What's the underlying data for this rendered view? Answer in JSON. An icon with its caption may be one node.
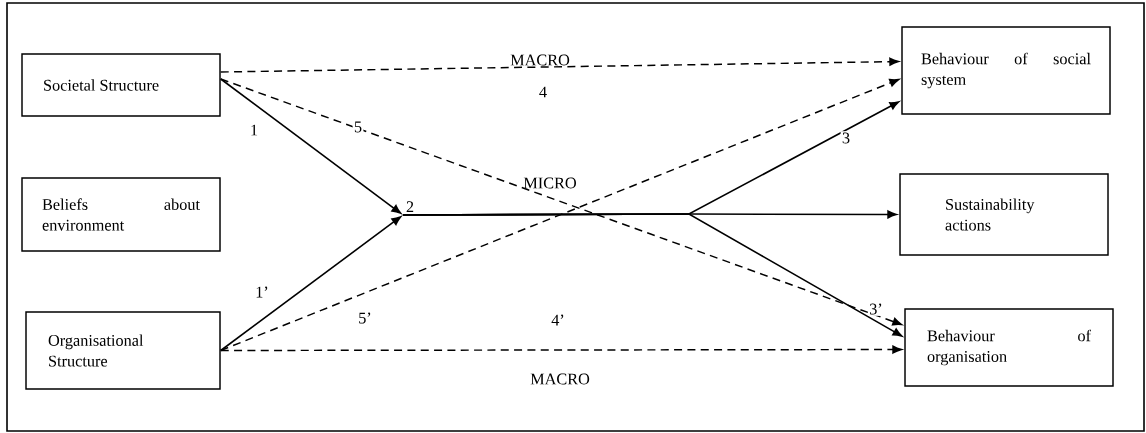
{
  "diagram": {
    "nodes": [
      {
        "text": [
          "Societal Structure"
        ]
      },
      {
        "text": [
          "Beliefs about environment"
        ]
      },
      {
        "text": [
          "Organisational Structure"
        ]
      },
      {
        "text": [
          "Behaviour of social system"
        ]
      },
      {
        "text": [
          "Sustainability actions"
        ]
      },
      {
        "text": [
          "Behaviour of organisation"
        ]
      },
      {
        "text": [
          "2"
        ]
      }
    ],
    "edges": [
      {
        "from": 0,
        "to": 3,
        "arrow": "to",
        "style": "dashed",
        "label": "4"
      },
      {
        "from": 0,
        "to": 6,
        "arrow": "to",
        "label": "1"
      },
      {
        "from": 0,
        "to": 5,
        "arrow": "to",
        "style": "dashed",
        "label": "5"
      },
      {
        "from": 2,
        "to": 6,
        "arrow": "to",
        "label": "1’"
      },
      {
        "from": 2,
        "to": 3,
        "arrow": "to",
        "style": "dashed",
        "label": "5’"
      },
      {
        "from": 2,
        "to": 5,
        "arrow": "to",
        "style": "dashed",
        "label": "4’"
      },
      {
        "from": 6,
        "to": 3,
        "arrow": "to",
        "label": "3"
      },
      {
        "from": 6,
        "to": 4,
        "arrow": "to"
      },
      {
        "from": 6,
        "to": 5,
        "arrow": "to",
        "label": "3’"
      }
    ],
    "labels": [
      "MACRO",
      "MICRO",
      "MACRO"
    ]
  }
}
